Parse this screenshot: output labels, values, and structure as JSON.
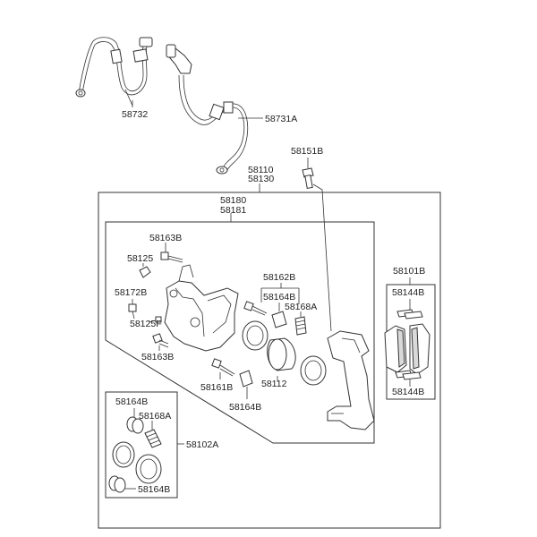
{
  "labels": {
    "hose_left": "58732",
    "hose_right": "58731A",
    "bolt_top": "58151B",
    "assy_1": "58110",
    "assy_2": "58130",
    "caliper_1": "58180",
    "caliper_2": "58181",
    "bolt_163b_top": "58163B",
    "cap_125": "58125",
    "bleeder_172b": "58172B",
    "cap_125f": "58125F",
    "bolt_163b_bottom": "58163B",
    "pin_kit": "58162B",
    "boot_164b_a": "58164B",
    "boot_168a": "58168A",
    "piston": "58112",
    "pin_161b": "58161B",
    "boot_164b_b": "58164B",
    "pad_kit": "58101B",
    "shim_top": "58144B",
    "shim_bottom": "58144B",
    "seal_kit": "58102A",
    "kit_164b_top": "58164B",
    "kit_168a": "58168A",
    "kit_164b_bottom": "58164B"
  }
}
